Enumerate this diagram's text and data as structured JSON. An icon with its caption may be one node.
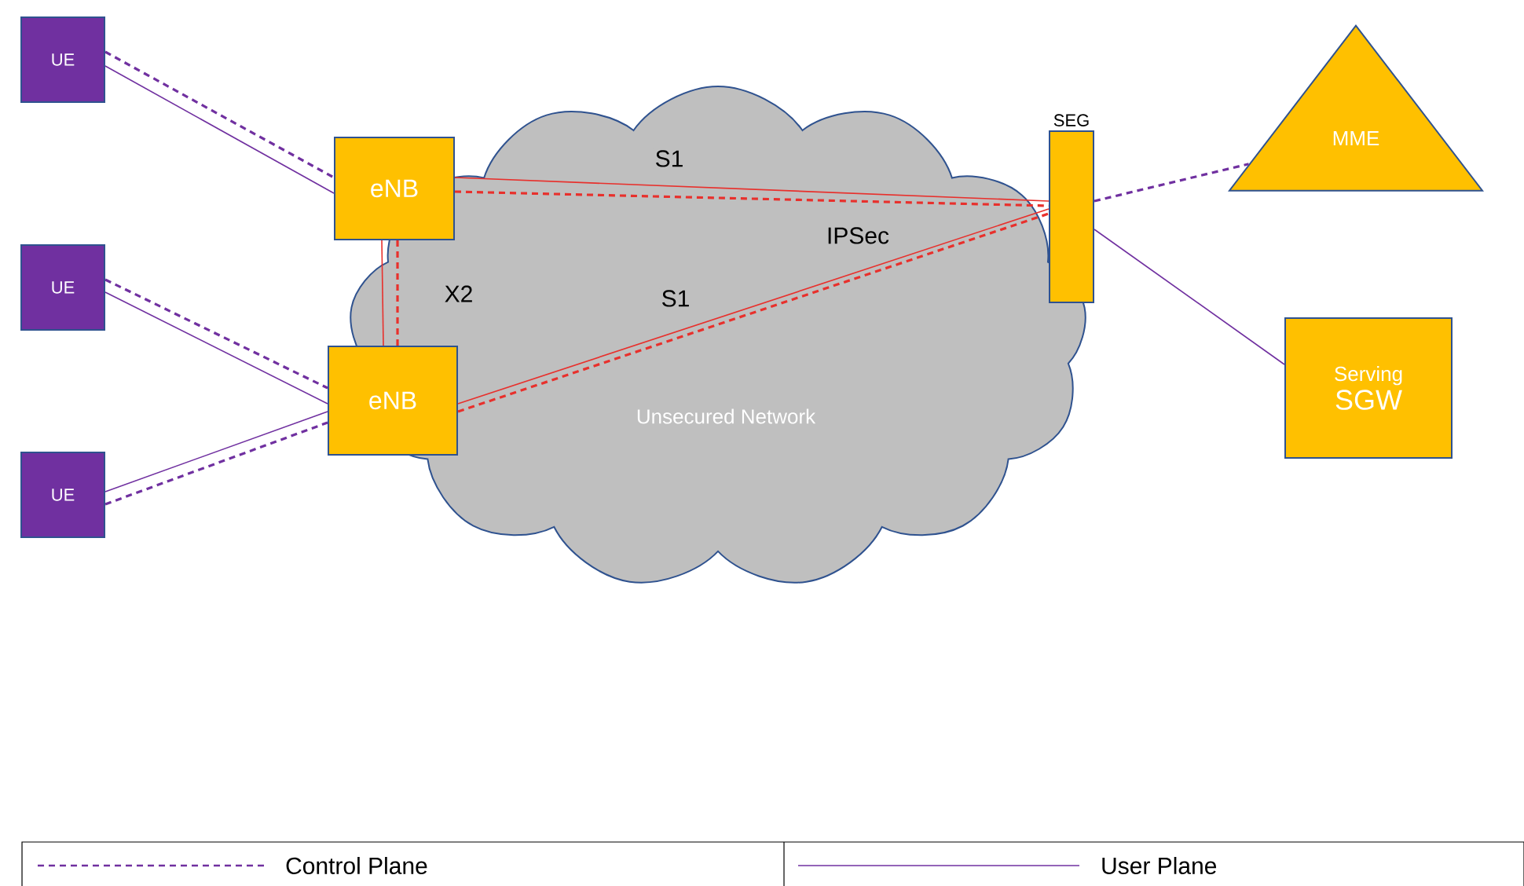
{
  "diagram": {
    "nodes": [
      {
        "text": [
          "UE"
        ]
      },
      {
        "text": [
          "UE"
        ]
      },
      {
        "text": [
          "UE"
        ]
      },
      {
        "text": [
          "eNB"
        ]
      },
      {
        "text": [
          "eNB"
        ]
      },
      {
        "text": [
          "SEG"
        ]
      },
      {
        "text": [
          "MME"
        ]
      },
      {
        "text": [
          "Serving",
          "SGW"
        ]
      }
    ],
    "edges": [
      {
        "from": 0,
        "to": 3,
        "arrow": "none",
        "style": "dashed"
      },
      {
        "from": 0,
        "to": 3,
        "arrow": "none"
      },
      {
        "from": 1,
        "to": 4,
        "arrow": "none",
        "style": "dashed"
      },
      {
        "from": 1,
        "to": 4,
        "arrow": "none"
      },
      {
        "from": 2,
        "to": 4,
        "arrow": "none"
      },
      {
        "from": 2,
        "to": 4,
        "arrow": "none",
        "style": "dashed"
      },
      {
        "from": 3,
        "to": 4,
        "arrow": "none",
        "color": "#e8302c",
        "label": "X2"
      },
      {
        "from": 3,
        "to": 4,
        "arrow": "none",
        "style": "dashed",
        "color": "#e8302c"
      },
      {
        "from": 3,
        "to": 5,
        "arrow": "none",
        "color": "#e8302c",
        "label": "S1"
      },
      {
        "from": 3,
        "to": 5,
        "arrow": "none",
        "style": "dashed",
        "color": "#e8302c"
      },
      {
        "from": 4,
        "to": 5,
        "arrow": "none",
        "color": "#e8302c",
        "label": "S1"
      },
      {
        "from": 4,
        "to": 5,
        "arrow": "none",
        "style": "dashed",
        "color": "#e8302c"
      },
      {
        "from": 5,
        "to": 6,
        "arrow": "none",
        "style": "dashed"
      },
      {
        "from": 5,
        "to": 7,
        "arrow": "none"
      }
    ],
    "labels": [
      "IPSec",
      "Unsecured Network"
    ],
    "legend": [
      {
        "text": "Control Plane"
      },
      {
        "text": "User Plane"
      }
    ]
  }
}
